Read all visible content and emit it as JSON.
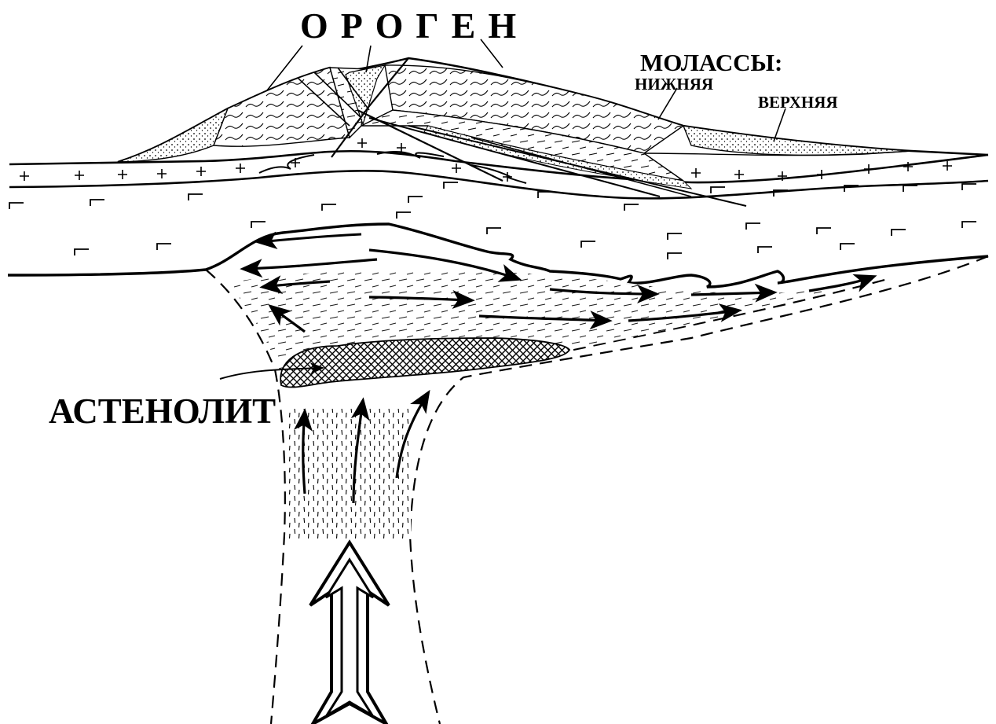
{
  "labels": {
    "orogen": "ОРОГЕН",
    "molassy": "МОЛАССЫ:",
    "lower": "НИЖНЯЯ",
    "upper": "ВЕРХНЯЯ",
    "astenolit": "АСТЕНОЛИТ"
  },
  "colors": {
    "ink": "#000000",
    "paper": "#ffffff",
    "hatch": "#222222"
  },
  "icons": {
    "big_arrow": "hollow-double-arrow-up-icon",
    "flow_arrows": "arrow-icon"
  }
}
